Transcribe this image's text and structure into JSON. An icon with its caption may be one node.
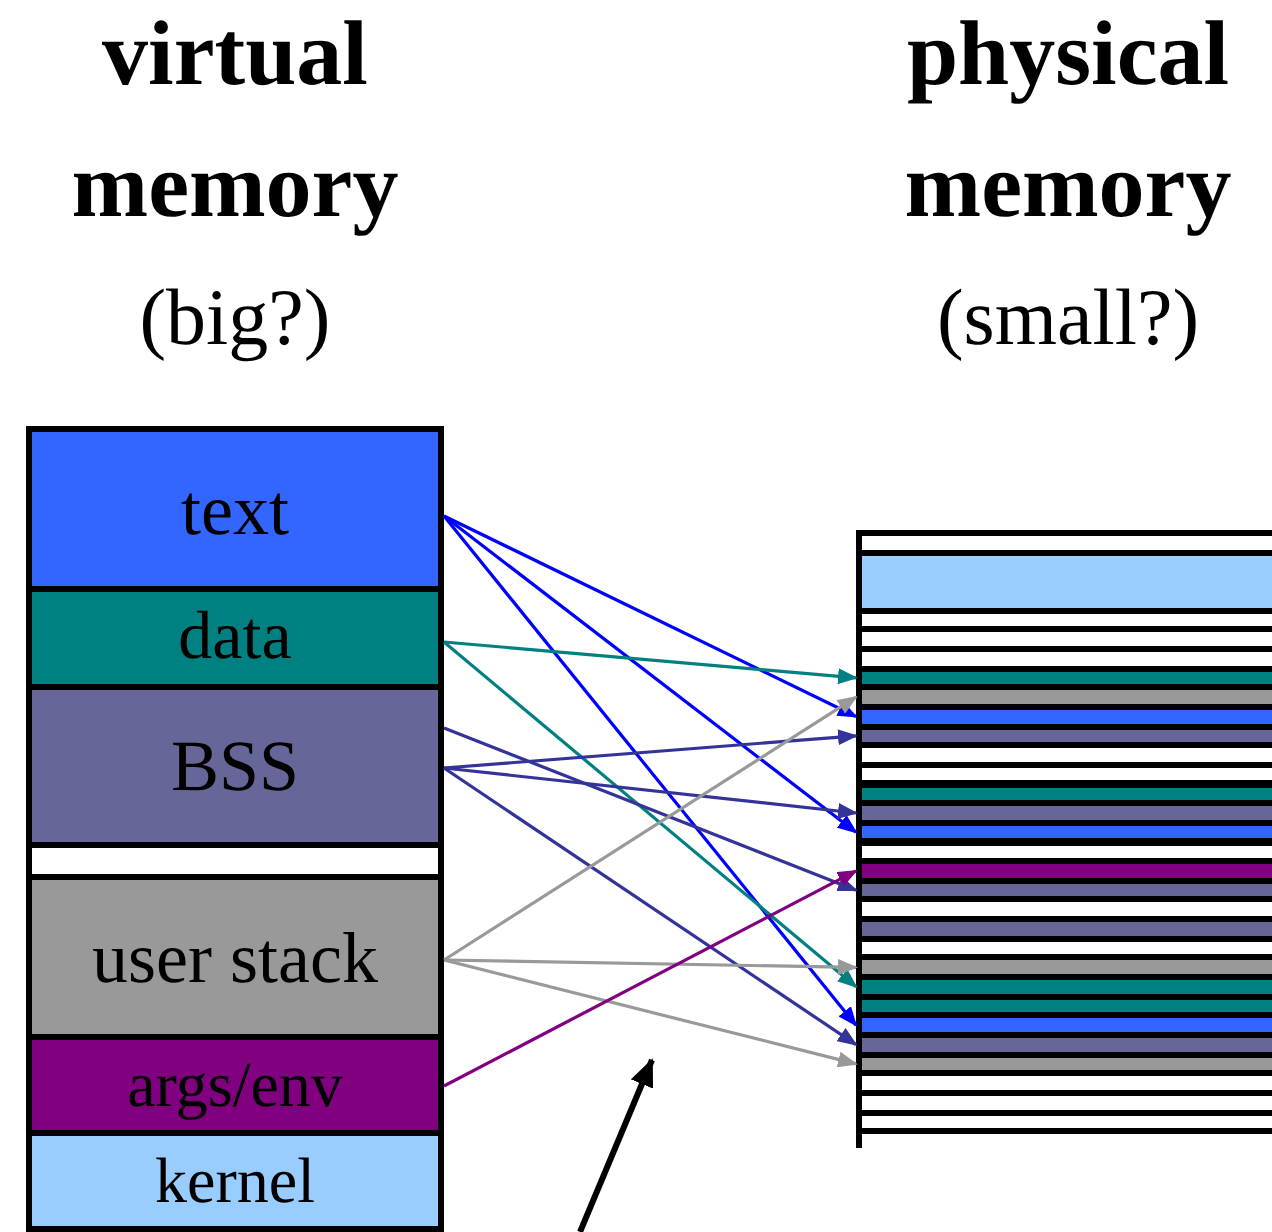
{
  "diagram": {
    "nodes": [
      {
        "text": [
          "virtual memory",
          "(big?)"
        ]
      },
      {
        "text": [
          "text"
        ],
        "in": 0
      },
      {
        "text": [
          "data"
        ],
        "in": 0
      },
      {
        "text": [
          "BSS"
        ],
        "in": 0
      },
      {
        "text": [],
        "shape": "box",
        "in": 0
      },
      {
        "text": [
          "user stack"
        ],
        "in": 0
      },
      {
        "text": [
          "args/env"
        ],
        "in": 0
      },
      {
        "text": [
          "kernel"
        ],
        "in": 0
      },
      {
        "text": [
          "physical memory",
          "(small?)"
        ]
      },
      {
        "text": [],
        "shape": "bar",
        "in": 8
      },
      {
        "text": [],
        "shape": "bar",
        "in": 8
      },
      {
        "text": [],
        "shape": "bar",
        "in": 8
      },
      {
        "text": [],
        "shape": "bar",
        "in": 8
      },
      {
        "text": [],
        "shape": "bar",
        "in": 8
      },
      {
        "text": [],
        "shape": "bar",
        "in": 8
      },
      {
        "text": [],
        "shape": "bar",
        "in": 8
      },
      {
        "text": [],
        "shape": "bar",
        "in": 8
      },
      {
        "text": [],
        "shape": "bar",
        "in": 8
      },
      {
        "text": [],
        "shape": "bar",
        "in": 8
      },
      {
        "text": [],
        "shape": "bar",
        "in": 8
      },
      {
        "text": [],
        "shape": "bar",
        "in": 8
      },
      {
        "text": [],
        "shape": "bar",
        "in": 8
      },
      {
        "text": [],
        "shape": "bar",
        "in": 8
      },
      {
        "text": [],
        "shape": "bar",
        "in": 8
      },
      {
        "text": [],
        "shape": "bar",
        "in": 8
      },
      {
        "text": [],
        "shape": "bar",
        "in": 8
      },
      {
        "text": [],
        "shape": "bar",
        "in": 8
      },
      {
        "text": [],
        "shape": "bar",
        "in": 8
      },
      {
        "text": [],
        "shape": "bar",
        "in": 8
      },
      {
        "text": [],
        "shape": "bar",
        "in": 8
      },
      {
        "text": [],
        "shape": "bar",
        "in": 8
      },
      {
        "text": [],
        "shape": "bar",
        "in": 8
      },
      {
        "text": [],
        "shape": "bar",
        "in": 8
      },
      {
        "text": [],
        "shape": "bar",
        "in": 8
      },
      {
        "text": [],
        "shape": "bar",
        "in": 8
      },
      {
        "text": [],
        "shape": "bar",
        "in": 8
      },
      {
        "text": [],
        "shape": "bar",
        "in": 8
      },
      {
        "text": [],
        "shape": "bar",
        "in": 8
      },
      {
        "text": [],
        "shape": "bar",
        "in": 8
      }
    ],
    "edges": [
      {
        "from": 1,
        "to": 16,
        "arrow": "to",
        "color": "#0000ff"
      },
      {
        "from": 1,
        "to": 22,
        "arrow": "to",
        "color": "#0000ff"
      },
      {
        "from": 1,
        "to": 32,
        "arrow": "to",
        "color": "#0000ff"
      },
      {
        "from": 2,
        "to": 14,
        "arrow": "to",
        "color": "#008080"
      },
      {
        "from": 2,
        "to": 30,
        "arrow": "to",
        "color": "#008080"
      },
      {
        "from": 3,
        "to": 25,
        "arrow": "to",
        "color": "#333399"
      },
      {
        "from": 3,
        "to": 17,
        "arrow": "to",
        "color": "#333399"
      },
      {
        "from": 3,
        "to": 21,
        "arrow": "to",
        "color": "#333399"
      },
      {
        "from": 3,
        "to": 33,
        "arrow": "to",
        "color": "#333399"
      },
      {
        "from": 5,
        "to": 15,
        "arrow": "to",
        "color": "#999999"
      },
      {
        "from": 5,
        "to": 29,
        "arrow": "to",
        "color": "#999999"
      },
      {
        "from": 5,
        "to": 34,
        "arrow": "to",
        "color": "#999999"
      },
      {
        "from": 6,
        "to": 24,
        "arrow": "to",
        "color": "#800080"
      }
    ]
  }
}
